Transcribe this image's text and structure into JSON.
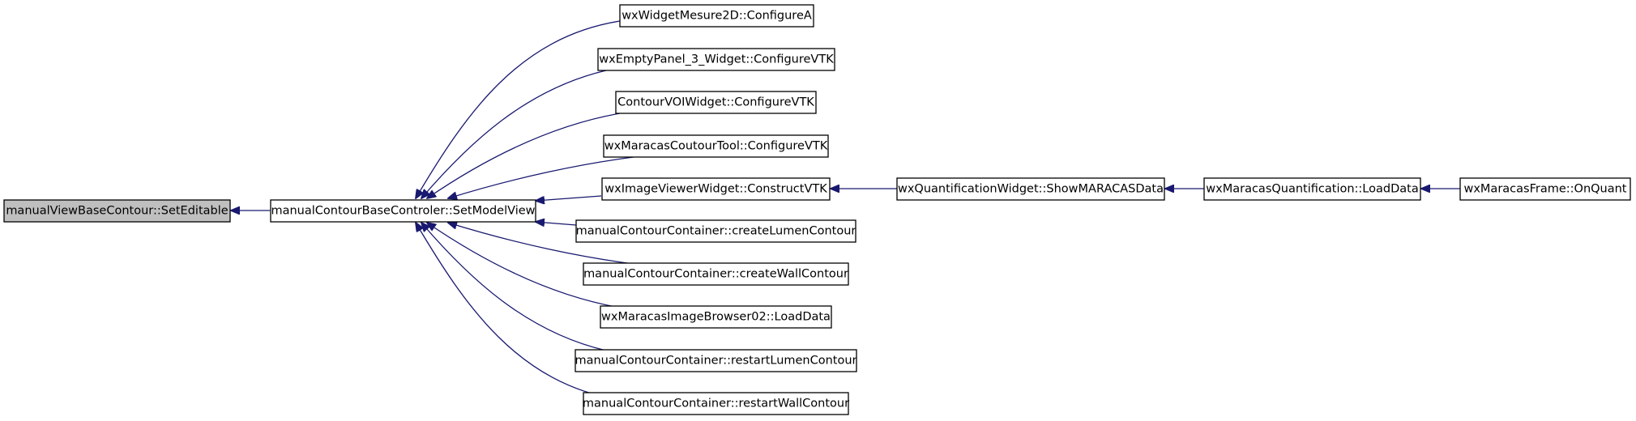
{
  "graph": {
    "edge_color": "#191970",
    "root_fill": "#bfbfbf",
    "nodes": {
      "root": "manualViewBaseContour::SetEditable",
      "controller": "manualContourBaseControler::SetModelView",
      "mesure2d": "wxWidgetMesure2D::ConfigureA",
      "emptypanel": "wxEmptyPanel_3_Widget::ConfigureVTK",
      "contourvoi": "ContourVOIWidget::ConfigureVTK",
      "coutourtool": "wxMaracasCoutourTool::ConfigureVTK",
      "imageviewer": "wxImageViewerWidget::ConstructVTK",
      "createlumen": "manualContourContainer::createLumenContour",
      "createwall": "manualContourContainer::createWallContour",
      "imagebrowser": "wxMaracasImageBrowser02::LoadData",
      "restartlumen": "manualContourContainer::restartLumenContour",
      "restartwall": "manualContourContainer::restartWallContour",
      "quantwidget": "wxQuantificationWidget::ShowMARACASData",
      "quantloaddata": "wxMaracasQuantification::LoadData",
      "frame": "wxMaracasFrame::OnQuant"
    }
  }
}
